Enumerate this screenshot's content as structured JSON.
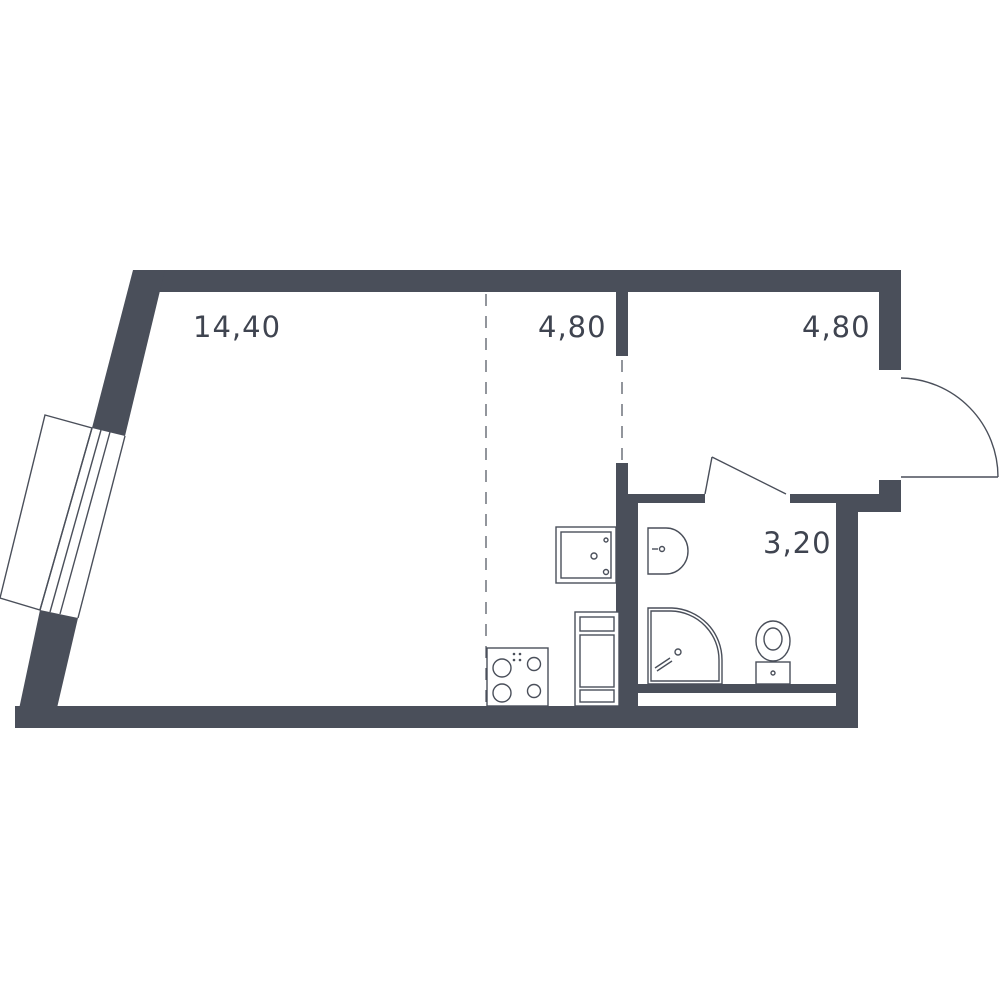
{
  "rooms": {
    "living_room": {
      "area": "14,40"
    },
    "kitchen": {
      "area": "4,80"
    },
    "hallway": {
      "area": "4,80"
    },
    "bathroom": {
      "area": "3,20"
    }
  },
  "colors": {
    "wall": "#4a4f5a",
    "background": "#ffffff",
    "label": "#3f4450"
  }
}
